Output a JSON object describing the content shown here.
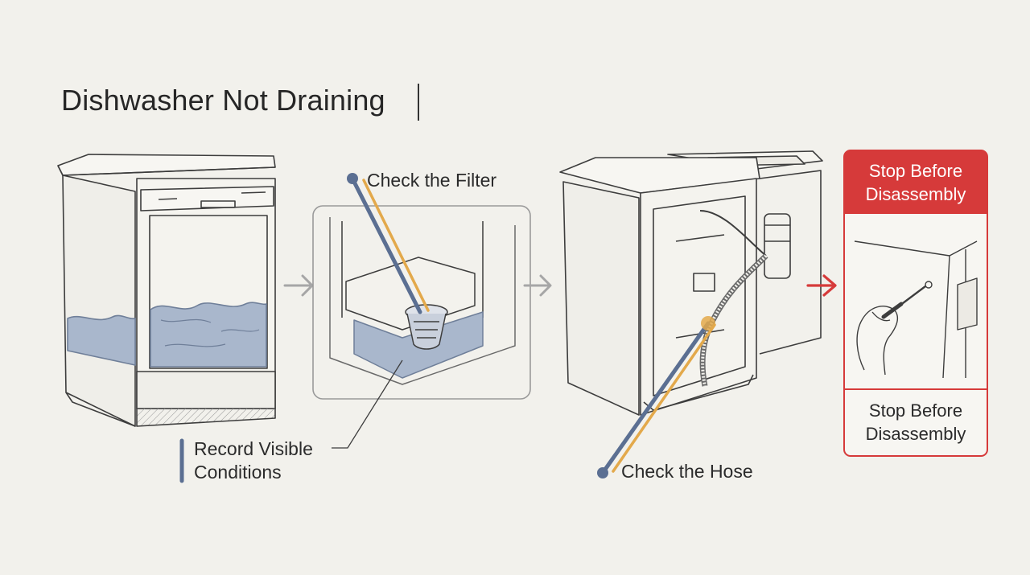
{
  "title": "Dishwasher Not Draining",
  "steps": {
    "record": {
      "label": "Record Visible Conditions"
    },
    "filter": {
      "label": "Check the Filter"
    },
    "hose": {
      "label": "Check the Hose"
    },
    "stop": {
      "header": "Stop Before Disassembly",
      "footer": "Stop Before Disassembly"
    }
  },
  "colors": {
    "background": "#f2f1ec",
    "line": "#3d3d3d",
    "water": "#a9b7cc",
    "pointer_blue": "#5b6f92",
    "pointer_orange": "#e3a94b",
    "warning_red": "#d63a3a",
    "arrow_gray": "#a6a6a6"
  },
  "icons": [
    "arrow-right-icon",
    "arrow-right-icon",
    "arrow-right-red-icon",
    "screwdriver-hand-icon"
  ]
}
